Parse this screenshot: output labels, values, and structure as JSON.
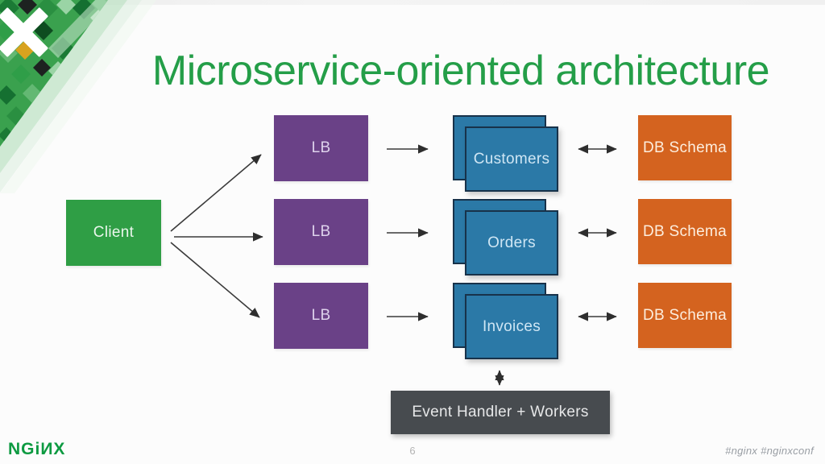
{
  "slide": {
    "title": "Microservice-oriented architecture",
    "page_number": "6",
    "hashtags": "#nginx  #nginxconf",
    "brand": {
      "logo_text": "NGiИX",
      "logo_color": "#009639"
    }
  },
  "diagram": {
    "client": {
      "label": "Client",
      "color": "#2f9e45"
    },
    "load_balancers": [
      {
        "label": "LB"
      },
      {
        "label": "LB"
      },
      {
        "label": "LB"
      }
    ],
    "lb_color": "#6a4187",
    "services": [
      {
        "label": "Customers"
      },
      {
        "label": "Orders"
      },
      {
        "label": "Invoices"
      }
    ],
    "service_color": "#2b79a7",
    "service_border_color": "#18324a",
    "db_schemas": [
      {
        "label": "DB Schema"
      },
      {
        "label": "DB Schema"
      },
      {
        "label": "DB Schema"
      }
    ],
    "db_color": "#d4631f",
    "event_handler": {
      "label": "Event Handler + Workers",
      "color": "#474b4f"
    },
    "connections": [
      "Client -> LB row 1",
      "Client -> LB row 2",
      "Client -> LB row 3",
      "LB -> Customers",
      "LB -> Orders",
      "LB -> Invoices",
      "Customers <-> DB Schema",
      "Orders <-> DB Schema",
      "Invoices <-> DB Schema",
      "Invoices <-> Event Handler + Workers"
    ]
  }
}
